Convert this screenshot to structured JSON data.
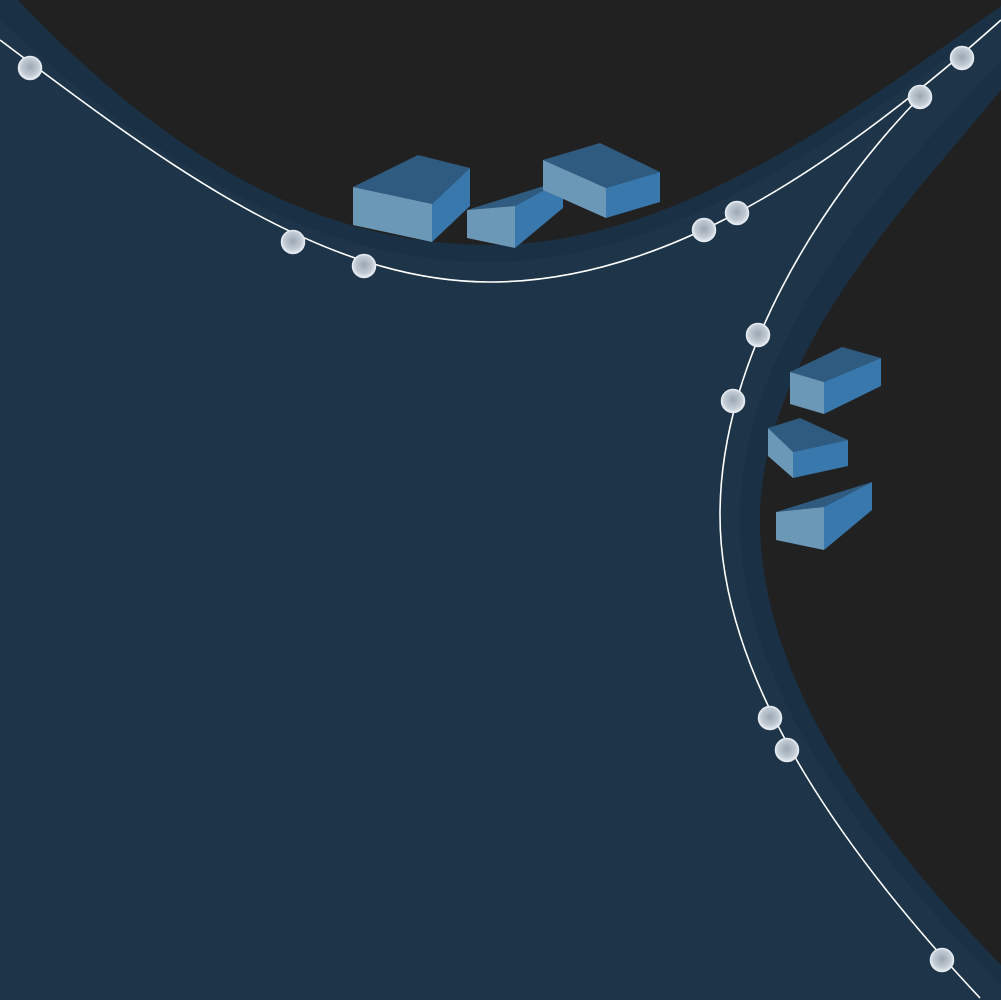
{
  "scene": {
    "colors": {
      "background": "#1e3448",
      "void": "#212121",
      "rim": "#1b3347",
      "track": "#ffffff",
      "node_fill": "#b8c2cc",
      "node_stroke": "#dfe6ec",
      "block_top": "#2f5b80",
      "block_front": "#6c98b8",
      "block_side": "#3878ad"
    },
    "track_nodes": [
      "node-1",
      "node-2",
      "node-3",
      "node-4",
      "node-5",
      "node-6",
      "node-7",
      "node-8",
      "node-9",
      "node-10",
      "node-11",
      "node-12",
      "node-13"
    ],
    "blocks": [
      "block-1",
      "block-2",
      "block-3",
      "block-4",
      "block-5",
      "block-6"
    ]
  }
}
